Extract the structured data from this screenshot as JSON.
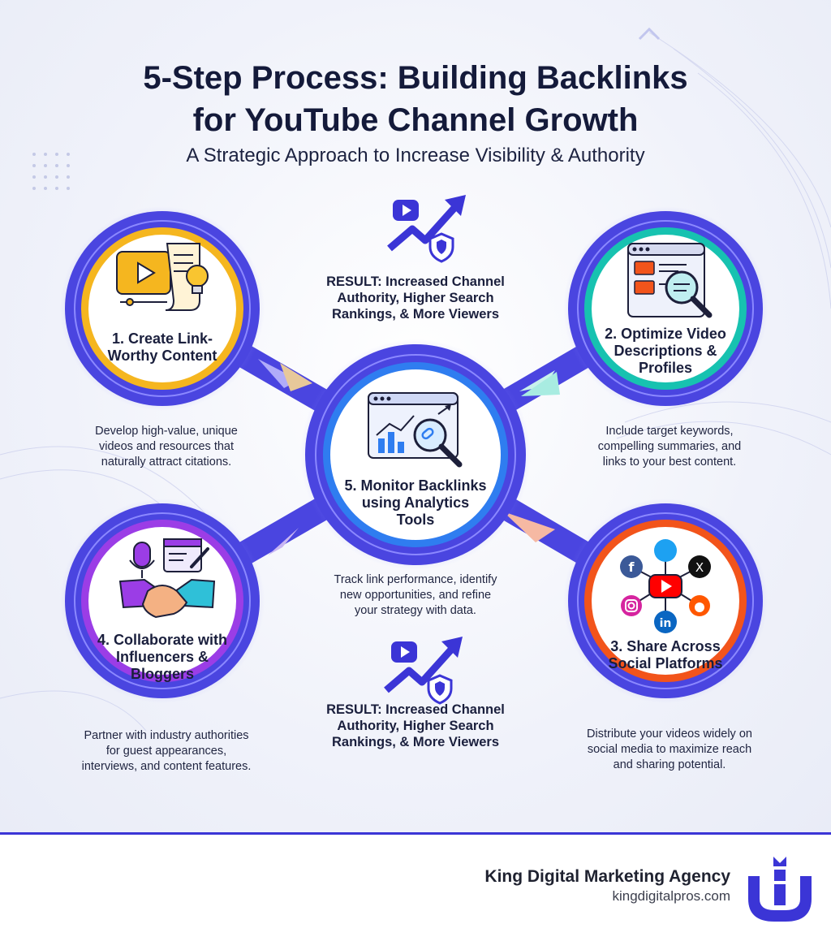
{
  "title_line1": "5-Step Process: Building Backlinks",
  "title_line2": "for YouTube Channel Growth",
  "subtitle": "A Strategic Approach to Increase Visibility & Authority",
  "steps": [
    {
      "label_line1": "1. Create Link-",
      "label_line2": "Worthy Content",
      "desc_line1": "Develop high-value, unique",
      "desc_line2": "videos and resources that",
      "desc_line3": "naturally attract citations.",
      "color": "#f5b61f"
    },
    {
      "label_line1": "2. Optimize Video",
      "label_line2": "Descriptions &",
      "label_line3": "Profiles",
      "desc_line1": "Include target keywords,",
      "desc_line2": "compelling summaries, and",
      "desc_line3": "links to your best content.",
      "color": "#17c2b0"
    },
    {
      "label_line1": "3. Share Across",
      "label_line2": "Social Platforms",
      "desc_line1": "Distribute your videos widely on",
      "desc_line2": "social media to maximize reach",
      "desc_line3": "and sharing potential.",
      "color": "#f2541b"
    },
    {
      "label_line1": "4. Collaborate with",
      "label_line2": "Influencers &",
      "label_line3": "Bloggers",
      "desc_line1": "Partner with industry authorities",
      "desc_line2": "for guest appearances,",
      "desc_line3": "interviews, and content features.",
      "color": "#9b3de6"
    },
    {
      "label_line1": "5. Monitor Backlinks",
      "label_line2": "using Analytics",
      "label_line3": "Tools",
      "desc_line1": "Track link performance, identify",
      "desc_line2": "new opportunities, and refine",
      "desc_line3": "your strategy with data.",
      "color": "#2f7df0"
    }
  ],
  "results": [
    {
      "line1": "RESULT: Increased Channel",
      "line2": "Authority, Higher Search",
      "line3": "Rankings, & More Viewers"
    },
    {
      "line1": "RESULT: Increased Channel",
      "line2": "Authority, Higher Search",
      "line3": "Rankings, & More Viewers"
    }
  ],
  "icons": {
    "step1": "video-document-lightbulb-icon",
    "step2": "browser-magnifier-icon",
    "step3": "social-network-icon",
    "step4": "handshake-microphone-icon",
    "step5": "analytics-link-magnifier-icon",
    "result": "growth-arrow-shield-icon"
  },
  "footer": {
    "brand": "King Digital Marketing Agency",
    "url": "kingdigitalpros.com"
  },
  "colors": {
    "accent": "#3b35d6",
    "node_ring": "#4a45e0"
  }
}
